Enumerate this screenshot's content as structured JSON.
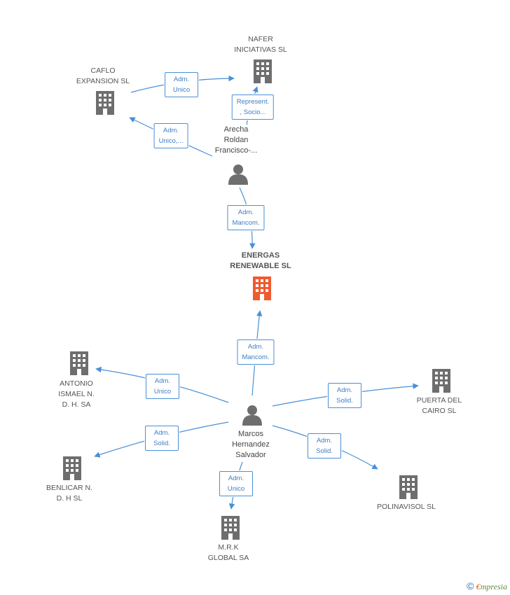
{
  "colors": {
    "edge": "#4a8fd6",
    "company": "#6e6e6e",
    "main_company": "#ef5b2f",
    "person": "#6e6e6e"
  },
  "nodes": [
    {
      "id": "caflo",
      "label": "CAFLO\nEXPANSION SL",
      "kind": "company"
    },
    {
      "id": "nafer",
      "label": "NAFER\nINICIATIVAS SL",
      "kind": "company"
    },
    {
      "id": "arecha",
      "label": "Arecha\nRoldan\nFrancisco-...",
      "kind": "person"
    },
    {
      "id": "energas",
      "label": "ENERGAS\nRENEWABLE SL",
      "kind": "main"
    },
    {
      "id": "marcos",
      "label": "Marcos\nHernandez\nSalvador",
      "kind": "person"
    },
    {
      "id": "antonio",
      "label": "ANTONIO\nISMAEL N.\nD. H. SA",
      "kind": "company"
    },
    {
      "id": "benlicar",
      "label": "BENLICAR N.\nD. H SL",
      "kind": "company"
    },
    {
      "id": "mrk",
      "label": "M.R.K\nGLOBAL SA",
      "kind": "company"
    },
    {
      "id": "puerta",
      "label": "PUERTA DEL\nCAIRO SL",
      "kind": "company"
    },
    {
      "id": "polinavisol",
      "label": "POLINAVISOL SL",
      "kind": "company"
    }
  ],
  "edges": [
    {
      "id": "e1",
      "label": "Adm.\nUnico"
    },
    {
      "id": "e2",
      "label": "Represent.\n, Socio..."
    },
    {
      "id": "e3",
      "label": "Adm.\nUnico,..."
    },
    {
      "id": "e4",
      "label": "Adm.\nMancom."
    },
    {
      "id": "e5",
      "label": "Adm.\nMancom."
    },
    {
      "id": "e6",
      "label": "Adm.\nUnico"
    },
    {
      "id": "e7",
      "label": "Adm.\nSolid."
    },
    {
      "id": "e8",
      "label": "Adm.\nUnico"
    },
    {
      "id": "e9",
      "label": "Adm.\nSolid."
    },
    {
      "id": "e10",
      "label": "Adm.\nSolid."
    }
  ],
  "footer": {
    "symbol": "©",
    "brand_initial": "€",
    "brand_rest": "mpresia"
  }
}
